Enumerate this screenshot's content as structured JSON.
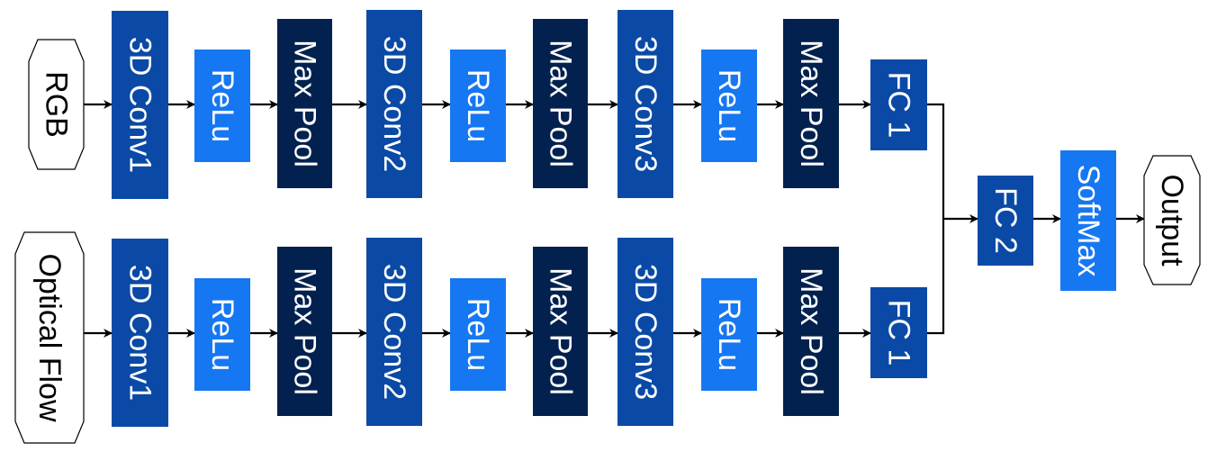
{
  "colors": {
    "conv": "#0a4aa6",
    "relu": "#1677f2",
    "pool": "#02214f",
    "fc": "#0a4aa6",
    "softmax": "#1677f2",
    "terminal_fill": "#ffffff",
    "terminal_stroke": "#000000",
    "arrow": "#000000"
  },
  "streams": [
    {
      "input": "RGB",
      "layers": [
        "3D Conv1",
        "ReLu",
        "Max Pool",
        "3D Conv2",
        "ReLu",
        "Max Pool",
        "3D Conv3",
        "ReLu",
        "Max Pool",
        "FC 1"
      ]
    },
    {
      "input": "Optical Flow",
      "layers": [
        "3D Conv1",
        "ReLu",
        "Max Pool",
        "3D Conv2",
        "ReLu",
        "Max Pool",
        "3D Conv3",
        "ReLu",
        "Max Pool",
        "FC 1"
      ]
    }
  ],
  "merge": {
    "fc2": "FC 2",
    "softmax": "SoftMax",
    "output": "Output"
  }
}
